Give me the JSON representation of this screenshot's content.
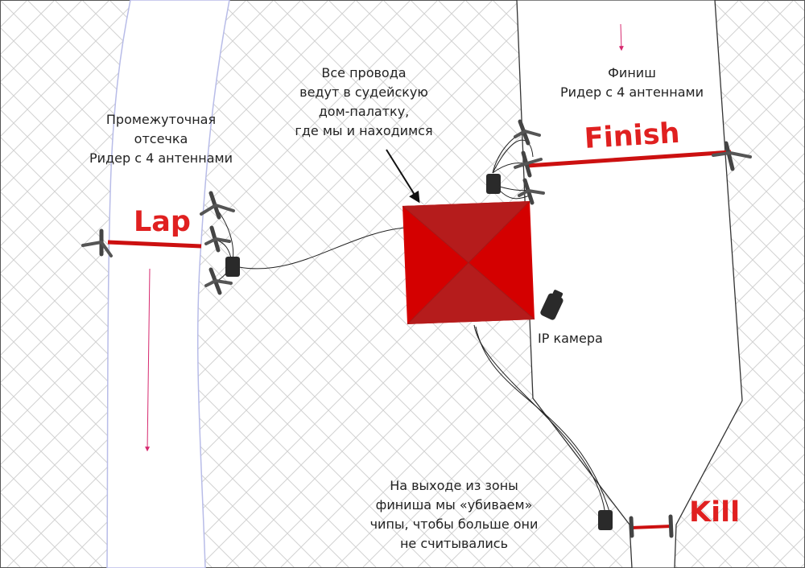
{
  "labels": {
    "intermediate": [
      "Промежуточная",
      "отсечка",
      "Ридер с 4 антеннами"
    ],
    "wires": [
      "Все провода",
      "ведут в судейскую",
      "дом-палатку,",
      "где мы и находимся"
    ],
    "finish_reader": [
      "Финиш",
      "Ридер с 4 антеннами"
    ],
    "ip_camera": "IP камера",
    "kill_note": [
      "На выходе из зоны",
      "финиша мы «убиваем»",
      "чипы, чтобы больше они",
      "не считывались"
    ]
  },
  "lines": {
    "lap": "Lap",
    "finish": "Finish",
    "kill": "Kill"
  },
  "colors": {
    "accent_red": "#e02020",
    "line_red": "#cc1010",
    "tent_red": "#d40000",
    "tent_dark": "#b51c1c",
    "direction_arrow": "#d6286e",
    "grid": "#d2d2d2"
  },
  "icons": [
    "antenna-icon",
    "reader-box-icon",
    "tent-icon",
    "ip-camera-icon",
    "direction-arrow-icon"
  ]
}
